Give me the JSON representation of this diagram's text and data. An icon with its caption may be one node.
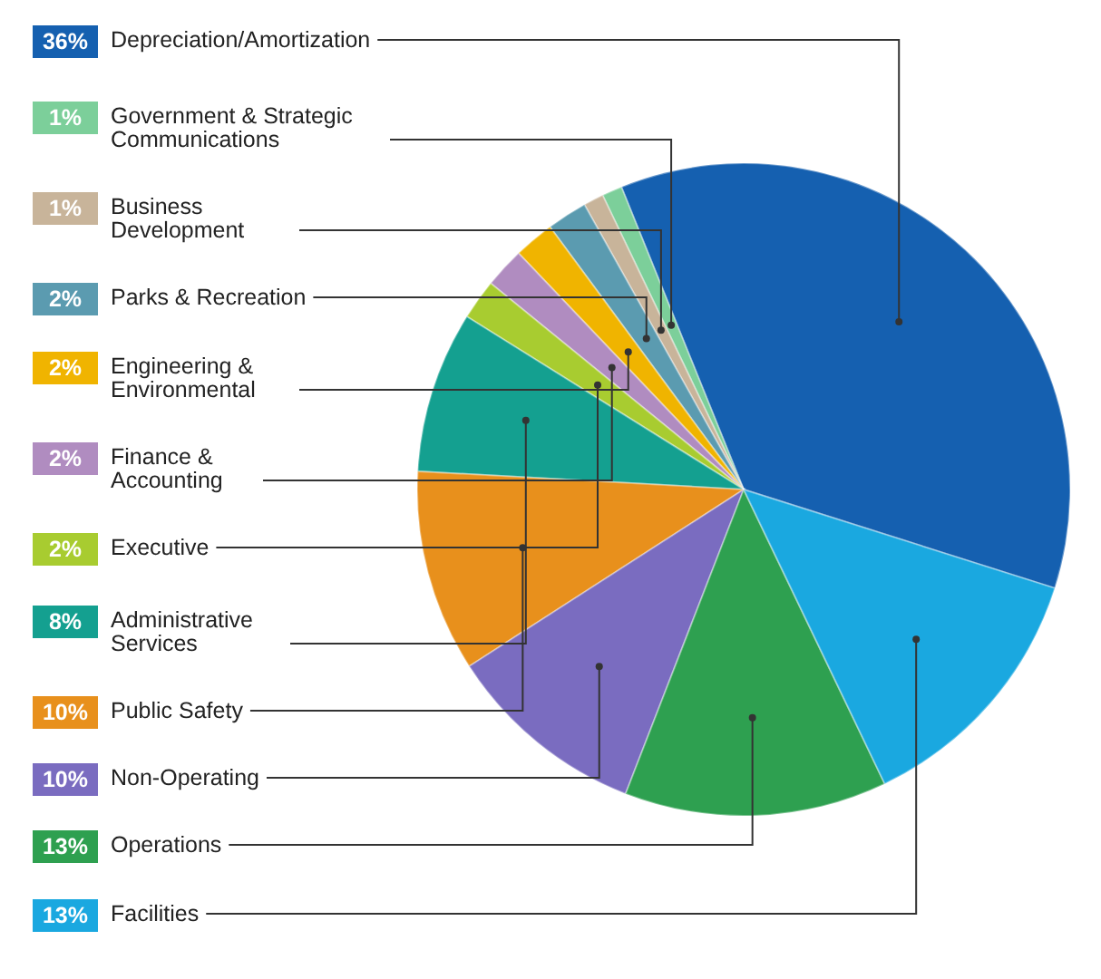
{
  "diagram": {
    "chart_data": {
      "type": "pie",
      "categories": [
        "Depreciation/Amortization",
        "Government & Strategic Communications",
        "Business Development",
        "Parks & Recreation",
        "Engineering & Environmental",
        "Finance & Accounting",
        "Executive",
        "Administrative Services",
        "Public Safety",
        "Non-Operating",
        "Operations",
        "Facilities"
      ],
      "values": [
        36,
        1,
        1,
        2,
        2,
        2,
        2,
        8,
        10,
        10,
        13,
        13
      ],
      "legend": "left",
      "value_labels": [
        "36%",
        "1%",
        "1%",
        "2%",
        "2%",
        "2%",
        "2%",
        "8%",
        "10%",
        "10%",
        "13%",
        "13%"
      ]
    }
  }
}
